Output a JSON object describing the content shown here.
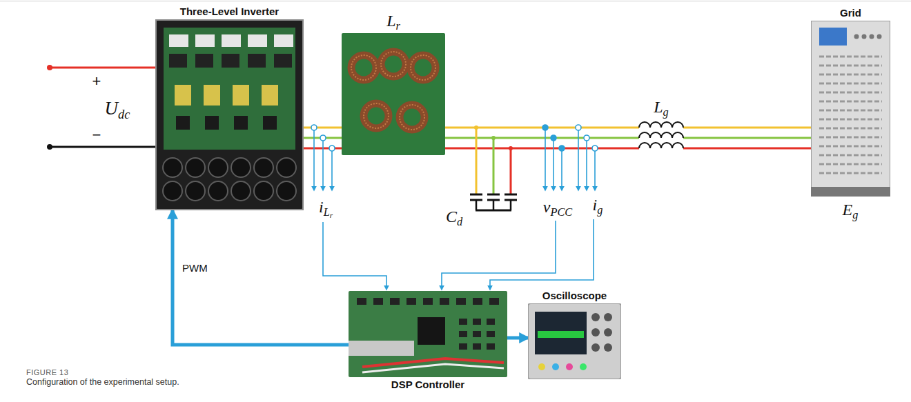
{
  "diagram": {
    "caption": "Configuration of the experimental setup.",
    "nodes": [
      {
        "text": [
          "Three-Level Inverter"
        ]
      },
      {
        "text": [
          "Lr"
        ]
      },
      {
        "text": [
          "Grid"
        ]
      },
      {
        "text": [
          "DSP Controller"
        ]
      },
      {
        "text": [
          "Oscilloscope"
        ]
      }
    ],
    "edges": [
      {
        "from": 0,
        "to": 1,
        "arrow": "none"
      },
      {
        "from": 1,
        "to": 2,
        "arrow": "none"
      },
      {
        "from": 3,
        "to": 0,
        "label": "PWM",
        "arrow": "to"
      },
      {
        "from": 3,
        "to": 4,
        "arrow": "to"
      }
    ],
    "labels": [
      "+",
      "Udc",
      "−",
      "iLr",
      "Cd",
      "vPCC",
      "ig",
      "Lg",
      "Eg",
      "FIGURE 13"
    ]
  }
}
